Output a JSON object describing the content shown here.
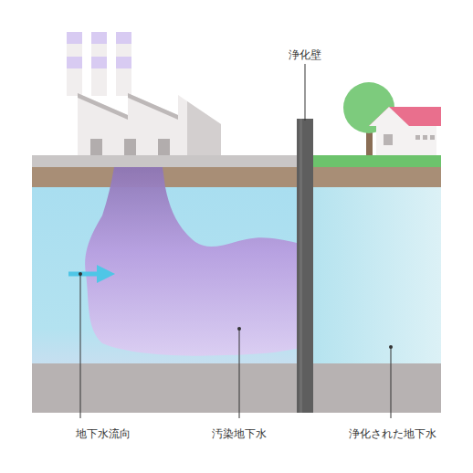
{
  "diagram": {
    "labels": [
      "浄化壁",
      "地下水流向",
      "汚染地下水",
      "浄化された地下水"
    ]
  }
}
